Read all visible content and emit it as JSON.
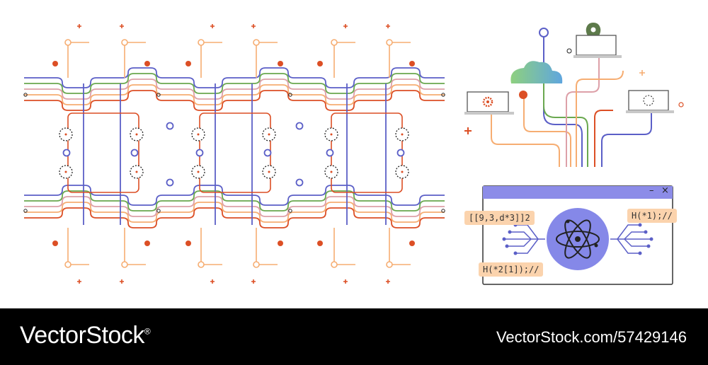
{
  "illustration": {
    "name": "Quantum computing circuit network vector illustration",
    "colors": {
      "orange": "#f6ad72",
      "red": "#dc4f25",
      "blue": "#5b5fc7",
      "green": "#6aa84f",
      "pink": "#dda0a8",
      "cloud_start": "#8ed07f",
      "cloud_end": "#5fa6de",
      "pin": "#5d7a4a",
      "window_bar": "#8c8ce8",
      "atom_circle": "#8588e8",
      "label_bg": "#fbd3ad"
    }
  },
  "code_window": {
    "minimize_icon": "–",
    "close_icon": "×",
    "labels": [
      "[[9,3,d*3]]2",
      "H(*1);//",
      "H(*2[1]);//"
    ]
  },
  "icons": [
    "cloud-icon",
    "map-pin-icon",
    "laptop-icon",
    "atom-icon",
    "gear-icon"
  ],
  "watermark": {
    "brand": "VectorStock",
    "brand_mark": "®",
    "url_id": "VectorStock.com/57429146"
  }
}
